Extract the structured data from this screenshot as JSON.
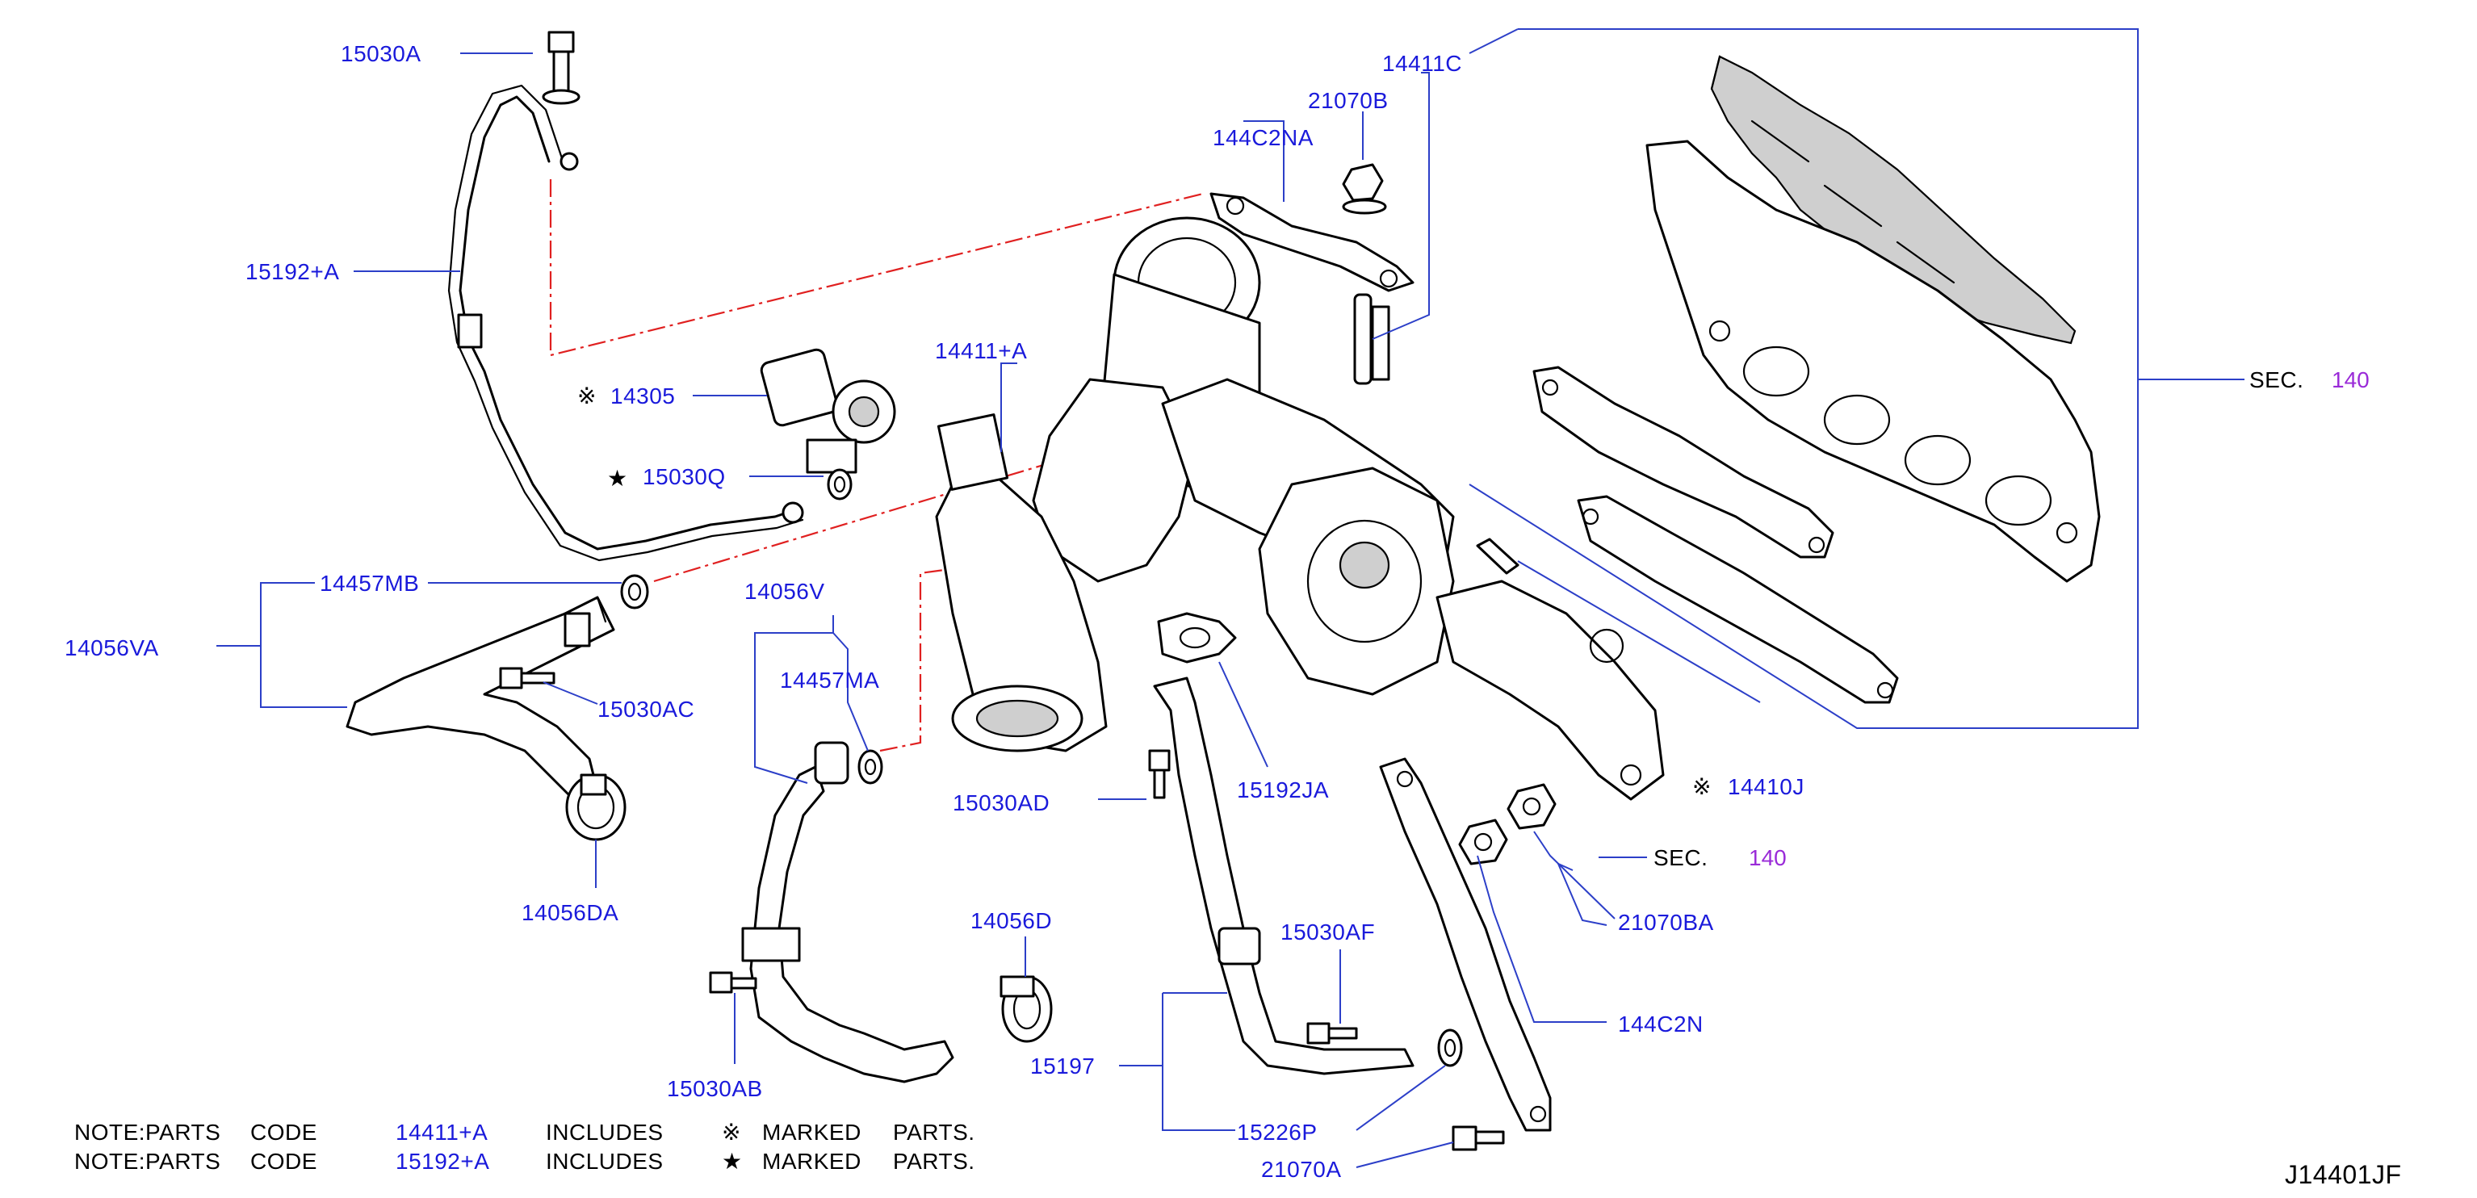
{
  "labels": {
    "p15030A": "15030A",
    "p15192pA": "15192+A",
    "p14305": "14305",
    "p15030Q": "15030Q",
    "p14457MB": "14457MB",
    "p14056VA": "14056VA",
    "p15030AC": "15030AC",
    "p14056DA": "14056DA",
    "p14056V": "14056V",
    "p14457MA": "14457MA",
    "p15030AB": "15030AB",
    "p14411pA": "14411+A",
    "p15030AD": "15030AD",
    "p15192JA": "15192JA",
    "p14056D": "14056D",
    "p15030AF": "15030AF",
    "p15197": "15197",
    "p15226P": "15226P",
    "p21070A": "21070A",
    "p144C2NA": "144C2NA",
    "p21070B": "21070B",
    "p14411C": "14411C",
    "p14410J": "14410J",
    "p21070BA": "21070BA",
    "p144C2N": "144C2N",
    "sec_label": "SEC.",
    "sec_num": "140"
  },
  "marks": {
    "reference": "※",
    "star": "★"
  },
  "notes": [
    {
      "prefix": "NOTE:PARTS",
      "word": "CODE",
      "code": "14411+A",
      "includes": "INCLUDES",
      "symbol": "※",
      "marked": "MARKED",
      "parts": "PARTS."
    },
    {
      "prefix": "NOTE:PARTS",
      "word": "CODE",
      "code": "15192+A",
      "includes": "INCLUDES",
      "symbol": "★",
      "marked": "MARKED",
      "parts": "PARTS."
    }
  ],
  "diagram_code": "J14401JF",
  "colors": {
    "label": "#1a1adb",
    "leader": "#2c3fc8",
    "section_number": "#9a2bd8",
    "dash_line": "#e02020"
  }
}
